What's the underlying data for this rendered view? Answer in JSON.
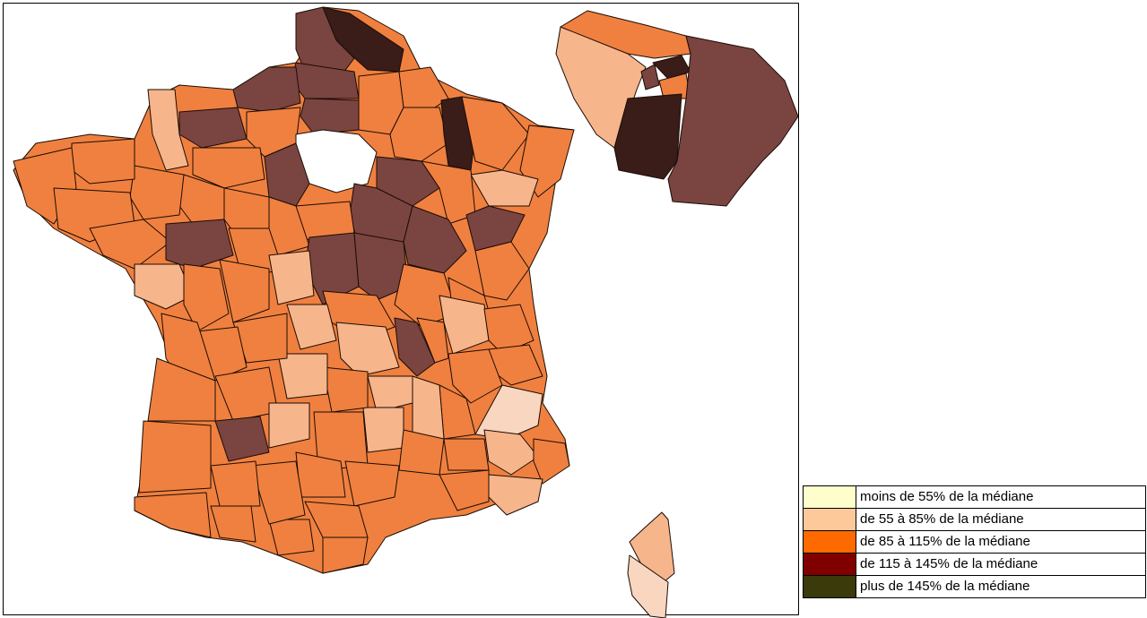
{
  "legend": {
    "items": [
      {
        "label": "moins de 55% de la médiane",
        "color": "#fefecc"
      },
      {
        "label": "de 55 à 85% de la médiane",
        "color": "#fdc99a"
      },
      {
        "label": "de 85 à 115% de la médiane",
        "color": "#fe6a00"
      },
      {
        "label": "de 115 à 145% de la médiane",
        "color": "#800000"
      },
      {
        "label": "plus de 145% de la médiane",
        "color": "#3a3a0a"
      }
    ]
  },
  "map_colors": {
    "c55_85": "#f6b58b",
    "c85_115": "#f0803f",
    "c115_145": "#7a4440",
    "c145": "#3a1c18",
    "clight": "#f9d6c0",
    "blank": "#ffffff"
  }
}
